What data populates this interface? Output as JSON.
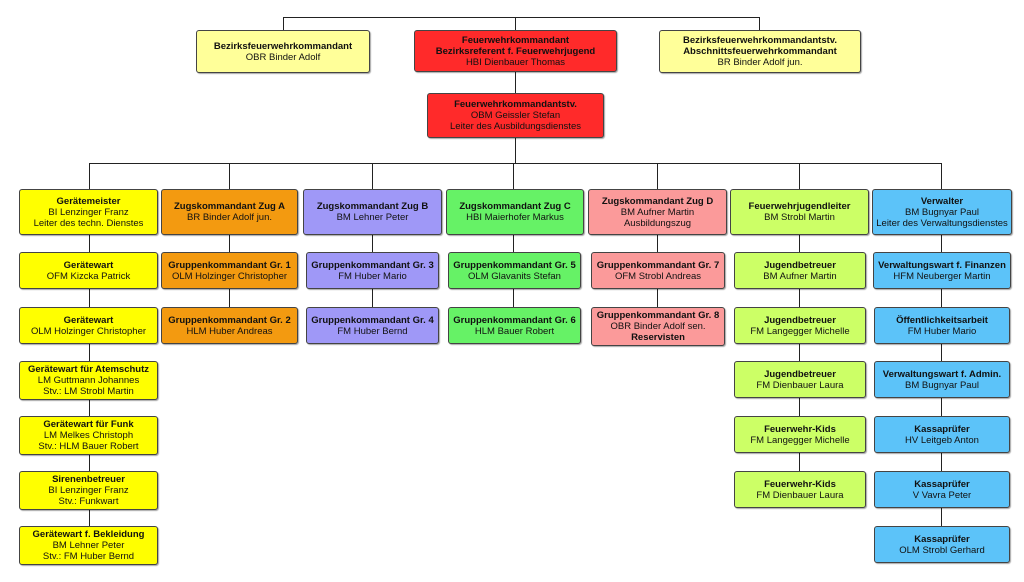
{
  "colors": {
    "yellow": "#ffff00",
    "light_yellow": "#ffff99",
    "red": "#ff2a2a",
    "orange": "#f39a10",
    "violet": "#9f98f7",
    "green": "#66f266",
    "pink": "#fb9a9a",
    "lime": "#ccff66",
    "blue": "#5cc3f9"
  },
  "top": {
    "left": {
      "title": "Bezirksfeuerwehrkommandant",
      "line1": "OBR Binder Adolf"
    },
    "center": {
      "title": "Feuerwehrkommandant",
      "title2": "Bezirksreferent f. Feuerwehrjugend",
      "line1": "HBI Dienbauer Thomas"
    },
    "right": {
      "title": "Bezirksfeuerwehrkommandantstv.",
      "title2": "Abschnittsfeuerwehrkommandant",
      "line1": "BR Binder Adolf jun."
    }
  },
  "deputy": {
    "title": "Feuerwehrkommandantstv.",
    "line1": "OBM Geissler Stefan",
    "line2": "Leiter des Ausbildungsdienstes"
  },
  "columns": {
    "c1": {
      "head": {
        "title": "Gerätemeister",
        "line1": "BI Lenzinger Franz",
        "line2": "Leiter des techn. Dienstes"
      },
      "items": [
        {
          "title": "Gerätewart",
          "line1": "OFM Kizcka Patrick"
        },
        {
          "title": "Gerätewart",
          "line1": "OLM Holzinger Christopher"
        },
        {
          "title": "Gerätewart für Atemschutz",
          "line1": "LM Guttmann Johannes",
          "line2": "Stv.: LM Strobl Martin"
        },
        {
          "title": "Gerätewart für Funk",
          "line1": "LM Melkes Christoph",
          "line2": "Stv.: HLM Bauer Robert"
        },
        {
          "title": "Sirenenbetreuer",
          "line1": "BI Lenzinger Franz",
          "line2": "Stv.: Funkwart"
        },
        {
          "title": "Gerätewart f. Bekleidung",
          "line1": "BM Lehner Peter",
          "line2": "Stv.: FM Huber Bernd"
        }
      ]
    },
    "c2": {
      "head": {
        "title": "Zugskommandant Zug A",
        "line1": "BR Binder Adolf jun."
      },
      "items": [
        {
          "title": "Gruppenkommandant Gr. 1",
          "line1": "OLM Holzinger Christopher"
        },
        {
          "title": "Gruppenkommandant Gr. 2",
          "line1": "HLM Huber Andreas"
        }
      ]
    },
    "c3": {
      "head": {
        "title": "Zugskommandant Zug B",
        "line1": "BM Lehner Peter"
      },
      "items": [
        {
          "title": "Gruppenkommandant Gr. 3",
          "line1": "FM Huber Mario"
        },
        {
          "title": "Gruppenkommandant Gr. 4",
          "line1": "FM Huber Bernd"
        }
      ]
    },
    "c4": {
      "head": {
        "title": "Zugskommandant Zug C",
        "line1": "HBI Maierhofer Markus"
      },
      "items": [
        {
          "title": "Gruppenkommandant Gr. 5",
          "line1": "OLM Glavanits Stefan"
        },
        {
          "title": "Gruppenkommandant Gr. 6",
          "line1": "HLM Bauer Robert"
        }
      ]
    },
    "c5": {
      "head": {
        "title": "Zugskommandant Zug D",
        "line1": "BM Aufner Martin",
        "line2": "Ausbildungszug"
      },
      "items": [
        {
          "title": "Gruppenkommandant Gr. 7",
          "line1": "OFM Strobl Andreas"
        },
        {
          "title": "Gruppenkommandant Gr. 8",
          "line1": "OBR Binder Adolf sen.",
          "bold": "Reservisten"
        }
      ]
    },
    "c6": {
      "head": {
        "title": "Feuerwehrjugendleiter",
        "line1": "BM Strobl Martin"
      },
      "items": [
        {
          "title": "Jugendbetreuer",
          "line1": "BM Aufner Martin"
        },
        {
          "title": "Jugendbetreuer",
          "line1": "FM Langegger Michelle"
        },
        {
          "title": "Jugendbetreuer",
          "line1": "FM Dienbauer Laura"
        },
        {
          "title": "Feuerwehr-Kids",
          "line1": "FM Langegger Michelle"
        },
        {
          "title": "Feuerwehr-Kids",
          "line1": "FM Dienbauer Laura"
        }
      ]
    },
    "c7": {
      "head": {
        "title": "Verwalter",
        "line1": "BM Bugnyar Paul",
        "line2": "Leiter des Verwaltungsdienstes"
      },
      "items": [
        {
          "title": "Verwaltungswart f. Finanzen",
          "line1": "HFM Neuberger Martin"
        },
        {
          "title": "Öffentlichkeitsarbeit",
          "line1": "FM Huber Mario"
        },
        {
          "title": "Verwaltungswart f. Admin.",
          "line1": "BM Bugnyar Paul"
        },
        {
          "title": "Kassaprüfer",
          "line1": "HV Leitgeb Anton"
        },
        {
          "title": "Kassaprüfer",
          "line1": "V Vavra Peter"
        },
        {
          "title": "Kassaprüfer",
          "line1": "OLM Strobl Gerhard"
        }
      ]
    }
  }
}
